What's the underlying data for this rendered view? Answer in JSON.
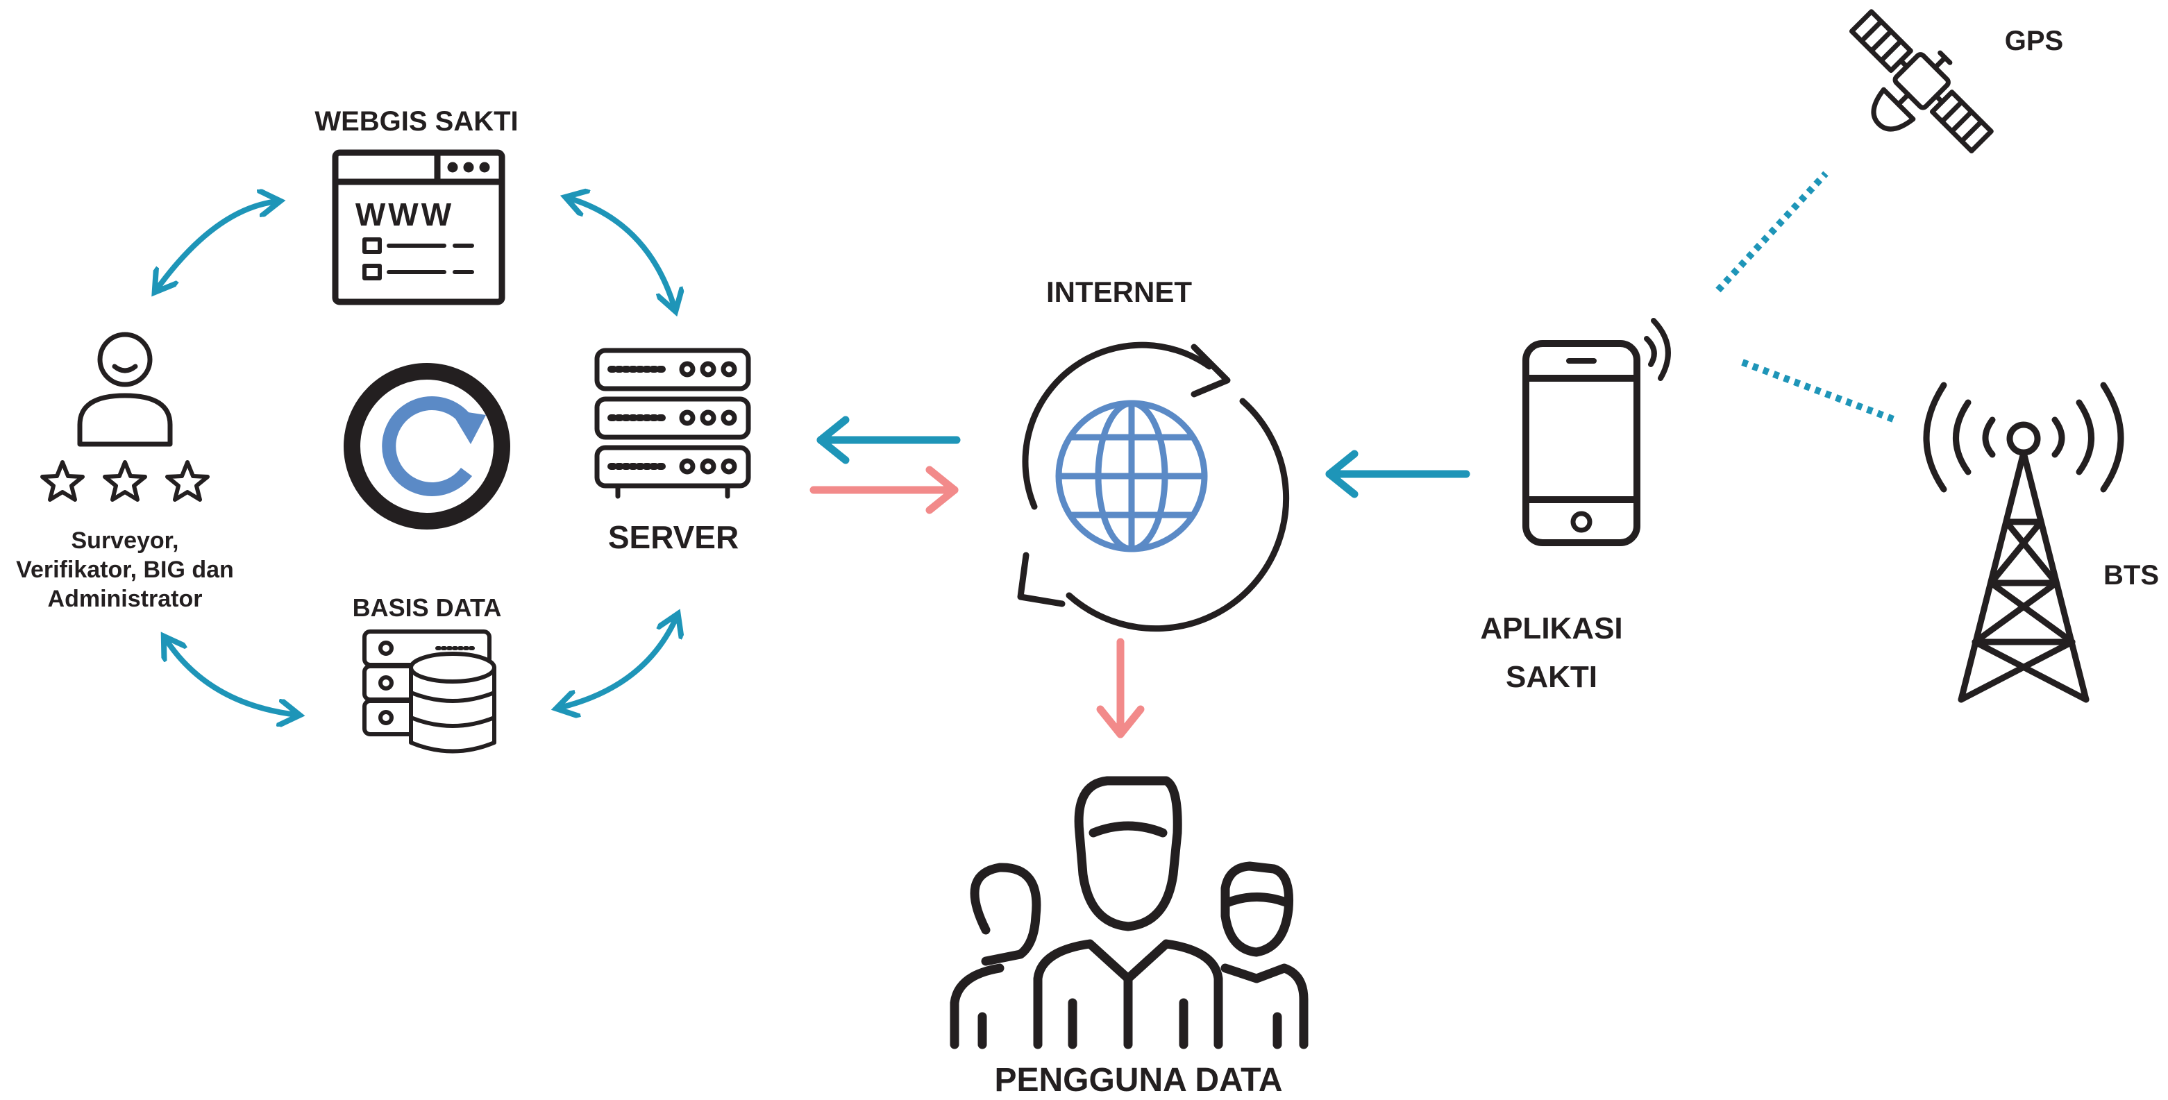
{
  "labels": {
    "webgis": "WEBGIS SAKTI",
    "www": "WWW",
    "users_line1": "Surveyor,",
    "users_line2": "Verifikator, BIG dan",
    "users_line3": "Administrator",
    "server": "SERVER",
    "basis_data": "BASIS DATA",
    "internet": "INTERNET",
    "aplikasi_line1": "APLIKASI",
    "aplikasi_line2": "SAKTI",
    "gps": "GPS",
    "bts": "BTS",
    "pengguna": "PENGGUNA DATA"
  },
  "colors": {
    "ink": "#231f20",
    "arrow_blue": "#1e95b8",
    "arrow_pink": "#f28a8a",
    "globe_blue": "#5b8ac6",
    "signal_dots": "#1e95b8"
  },
  "icons": [
    "browser-window-icon",
    "user-rating-icon",
    "sync-icon",
    "server-rack-icon",
    "database-icon",
    "internet-globe-icon",
    "smartphone-icon",
    "satellite-icon",
    "cell-tower-icon",
    "user-group-icon"
  ]
}
